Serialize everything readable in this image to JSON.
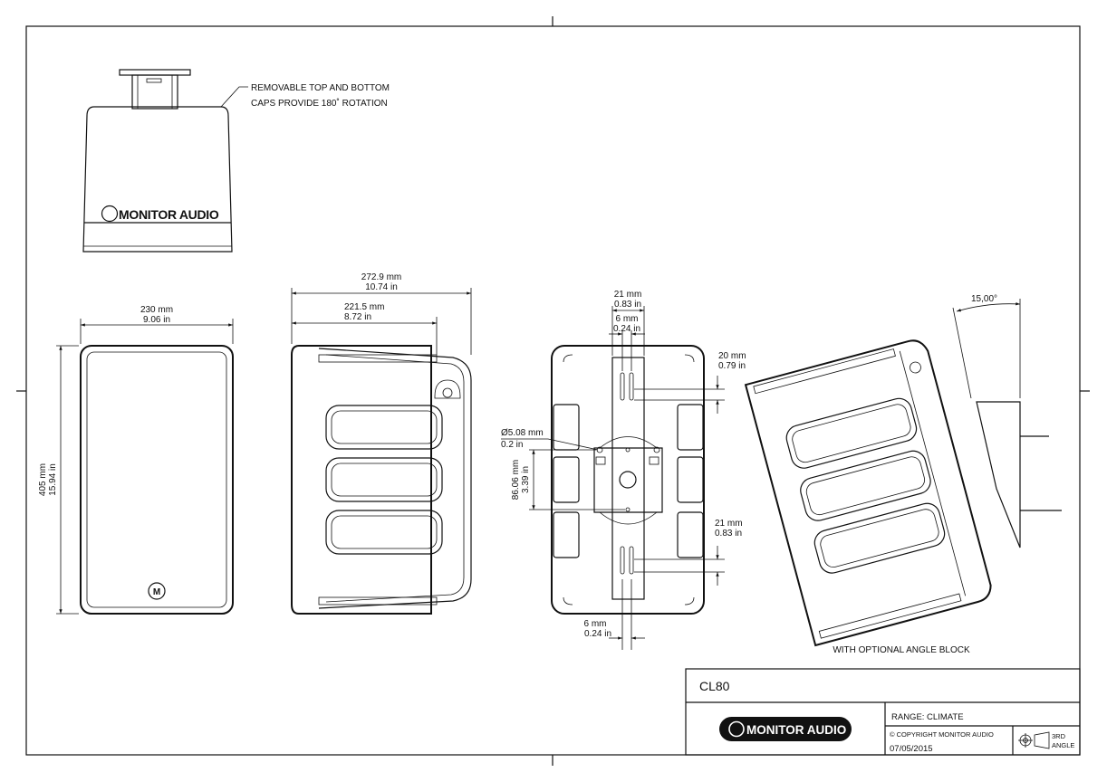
{
  "notes": {
    "caps_line1": "REMOVABLE TOP AND BOTTOM",
    "caps_line2": "CAPS PROVIDE 180˚ ROTATION",
    "angle_block": "WITH OPTIONAL ANGLE BLOCK"
  },
  "brand": {
    "front_logo": "MONITOR AUDIO",
    "front_badge": "M",
    "titleblock_logo": "MONITOR AUDIO"
  },
  "dimensions": {
    "front_width_mm": "230 mm",
    "front_width_in": "9.06 in",
    "front_height_mm": "405 mm",
    "front_height_in": "15.94 in",
    "side_overall_mm": "272.9 mm",
    "side_overall_in": "10.74 in",
    "side_body_mm": "221.5 mm",
    "side_body_in": "8.72 in",
    "bracket_top_mm": "21 mm",
    "bracket_top_in": "0.83 in",
    "slot_top_mm": "6 mm",
    "slot_top_in": "0.24 in",
    "slot_offset_top_mm": "20 mm",
    "slot_offset_top_in": "0.79 in",
    "hole_dia_mm": "Ø5.08 mm",
    "hole_dia_in": "0.2 in",
    "hole_spacing_mm": "86.06 mm",
    "hole_spacing_in": "3.39 in",
    "slot_offset_bottom_mm": "21 mm",
    "slot_offset_bottom_in": "0.83 in",
    "slot_bottom_mm": "6 mm",
    "slot_bottom_in": "0.24 in",
    "tilt_angle": "15,00°"
  },
  "title_block": {
    "model": "CL80",
    "range": "RANGE: CLIMATE",
    "copyright": "© COPYRIGHT MONITOR AUDIO",
    "date": "07/05/2015",
    "projection_line1": "3RD",
    "projection_line2": "ANGLE"
  }
}
